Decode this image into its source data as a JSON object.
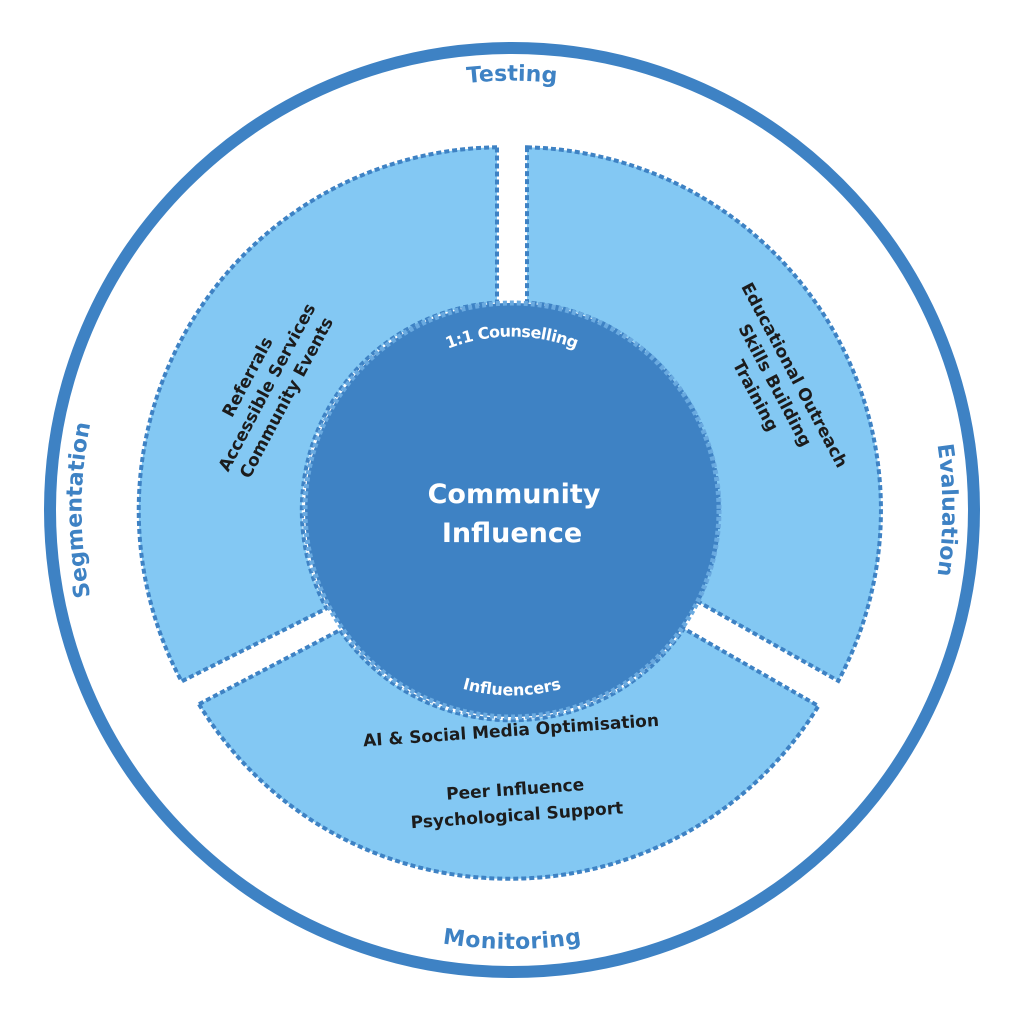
{
  "colors": {
    "ring": "#3e82c4",
    "segment_fill": "#83c8f3",
    "segment_border": "#3e82c4",
    "core_fill": "#3e82c4",
    "core_border": "#5a9fd8"
  },
  "outer_ring": {
    "top": "Testing",
    "right": "Evaluation",
    "bottom": "Monitoring",
    "left": "Segmentation"
  },
  "segments": {
    "left": [
      "Referrals",
      "Accessible Services",
      "Community Events"
    ],
    "right": [
      "Educational Outreach",
      "Skills Building",
      "Training"
    ],
    "bottom": [
      "AI & Social Media Optimisation",
      "Peer Influence",
      "Psychological Support"
    ]
  },
  "core": {
    "title_line1": "Community",
    "title_line2": "Influence",
    "top_label": "1:1 Counselling",
    "bottom_label": "Influencers"
  }
}
